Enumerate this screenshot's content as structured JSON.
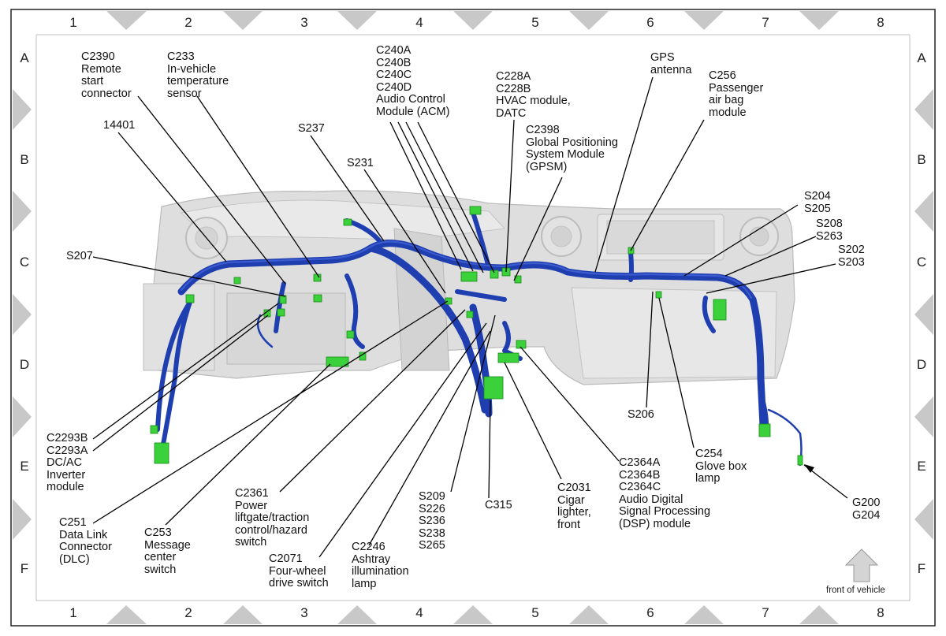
{
  "grid": {
    "columns": [
      "1",
      "2",
      "3",
      "4",
      "5",
      "6",
      "7",
      "8"
    ],
    "rows": [
      "A",
      "B",
      "C",
      "D",
      "E",
      "F"
    ]
  },
  "labels": {
    "c2390": "C2390\nRemote\nstart\nconnector",
    "c233": "C233\nIn-vehicle\ntemperature\nsensor",
    "c240": "C240A\nC240B\nC240C\nC240D\nAudio Control\nModule (ACM)",
    "c228": "C228A\nC228B\nHVAC module,\nDATC",
    "gps_antenna": "GPS\nantenna",
    "c256": "C256\nPassenger\nair bag\nmodule",
    "c2398": "C2398\nGlobal Positioning\nSystem Module\n(GPSM)",
    "n14401": "14401",
    "s237": "S237",
    "s231": "S231",
    "s204": "S204\nS205",
    "s208": "S208\nS263",
    "s202": "S202\nS203",
    "s207": "S207",
    "s206": "S206",
    "c2293": "C2293B\nC2293A\nDC/AC\nInverter\nmodule",
    "c251": "C251\nData Link\nConnector\n(DLC)",
    "c253": "C253\nMessage\ncenter\nswitch",
    "c2361": "C2361\nPower\nliftgate/traction\ncontrol/hazard\nswitch",
    "c2071": "C2071\nFour-wheel\ndrive switch",
    "c2246": "C2246\nAshtray\nillumination\nlamp",
    "s209": "S209\nS226\nS236\nS238\nS265",
    "c315": "C315",
    "c2031": "C2031\nCigar\nlighter,\nfront",
    "c2364": "C2364A\nC2364B\nC2364C\nAudio Digital\nSignal Processing\n(DSP) module",
    "c254": "C254\nGlove box\nlamp",
    "g200": "G200\nG204",
    "front_of_vehicle": "front of vehicle"
  },
  "colors": {
    "harness": "#1f3fb0",
    "harness_highlight": "#4a6ae0",
    "connector": "#3ad13a",
    "panel": "#dcdcdc",
    "border_triangle": "#c8c8c8"
  }
}
